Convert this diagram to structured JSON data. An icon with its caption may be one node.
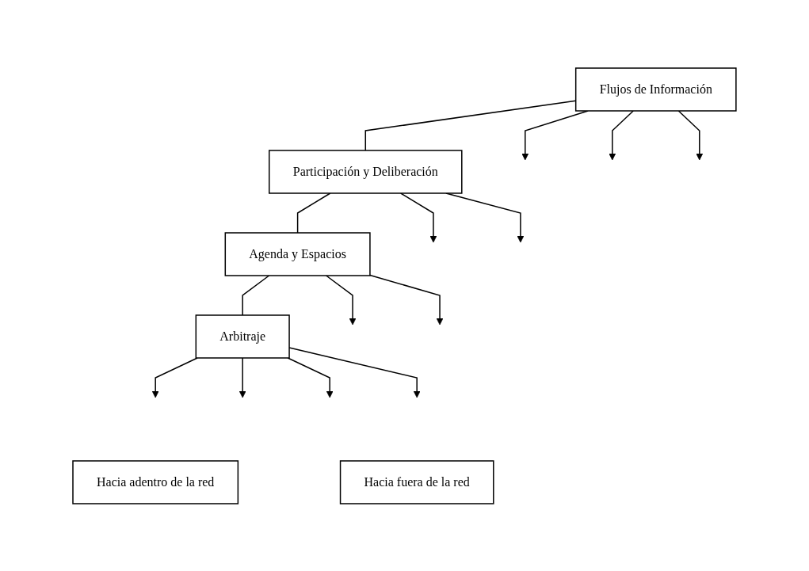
{
  "diagram": {
    "nodes": [
      {
        "text": [
          "Flujos de Información"
        ]
      },
      {
        "text": [
          "Participación y Deliberación"
        ]
      },
      {
        "text": [
          "Agenda y Espacios"
        ]
      },
      {
        "text": [
          "Arbitraje"
        ]
      },
      {
        "text": [
          "Hacia adentro de la red"
        ]
      },
      {
        "text": [
          "Hacia fuera de la red"
        ]
      }
    ],
    "edges": [
      {
        "from": 0,
        "to": null,
        "arrow": "to"
      },
      {
        "from": 0,
        "to": null,
        "arrow": "to"
      },
      {
        "from": 0,
        "to": null,
        "arrow": "to"
      },
      {
        "from": 0,
        "to": 1,
        "arrow": "none"
      },
      {
        "from": 1,
        "to": null,
        "arrow": "to"
      },
      {
        "from": 1,
        "to": null,
        "arrow": "to"
      },
      {
        "from": 1,
        "to": 2,
        "arrow": "none"
      },
      {
        "from": 2,
        "to": null,
        "arrow": "to"
      },
      {
        "from": 2,
        "to": null,
        "arrow": "to"
      },
      {
        "from": 2,
        "to": 3,
        "arrow": "none"
      },
      {
        "from": 3,
        "to": null,
        "arrow": "to"
      },
      {
        "from": 3,
        "to": null,
        "arrow": "to"
      },
      {
        "from": 3,
        "to": null,
        "arrow": "to"
      },
      {
        "from": 3,
        "to": null,
        "arrow": "to"
      }
    ]
  }
}
